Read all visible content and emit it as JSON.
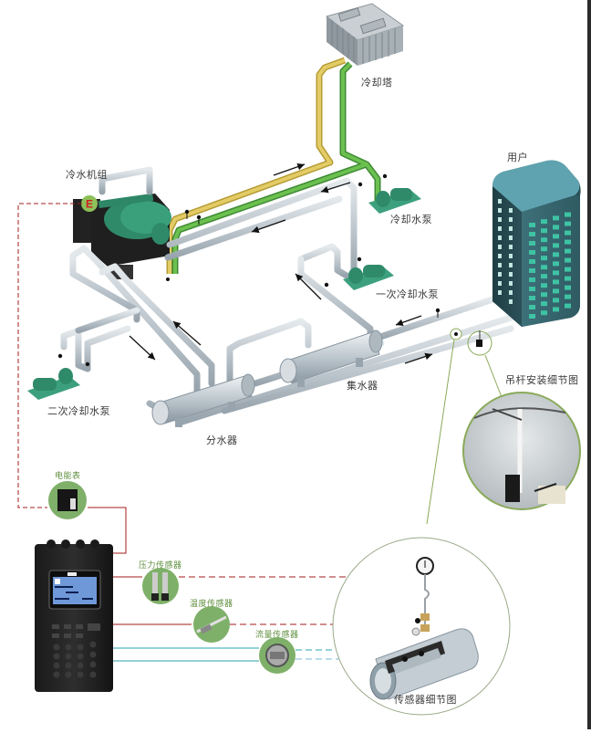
{
  "diagram": {
    "title": "Chilled water system energy monitoring schematic",
    "components": {
      "cooling_tower": "冷却塔",
      "chiller": "冷水机组",
      "chiller_badge": "E",
      "cooling_pump": "冷却水泵",
      "primary_pump": "一次冷却水泵",
      "secondary_pump": "二次冷却水泵",
      "user_building": "用户",
      "collector": "集水器",
      "distributor": "分水器",
      "hanger_detail": "吊杆安装细节图",
      "sensor_detail": "传感器细节图",
      "energy_meter": "电能表",
      "pressure_sensor": "压力传感器",
      "temperature_sensor": "温度传感器",
      "flow_sensor": "流量传感器"
    },
    "colors": {
      "hot_pipe": "#d4b84a",
      "cool_pipe": "#5aa845",
      "chilled_pipe": "#c5cdd3",
      "equipment_green": "#3a9a7a",
      "building": "#3c6f78",
      "signal_red": "#a31c1c",
      "signal_cyan": "#2aa3b0",
      "sensor_circle": "#7fb069",
      "detail_outline": "#8aaa5a"
    }
  }
}
